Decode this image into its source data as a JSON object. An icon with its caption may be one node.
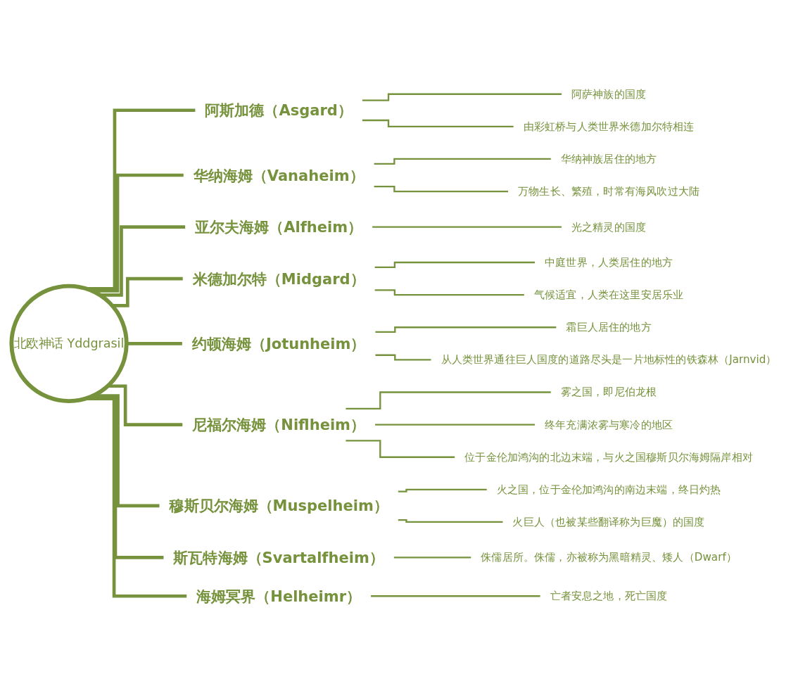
{
  "diagram": {
    "nodes": [
      {
        "text": [
          "北欧神话 Yddgrasil"
        ]
      },
      {
        "text": [
          "阿斯加德（Asgard）"
        ]
      },
      {
        "text": [
          "阿萨神族的国度"
        ]
      },
      {
        "text": [
          "由彩虹桥与人类世界米德加尔特相连"
        ]
      },
      {
        "text": [
          "华纳海姆（Vanaheim）"
        ]
      },
      {
        "text": [
          "华纳神族居住的地方"
        ]
      },
      {
        "text": [
          "万物生长、繁殖，时常有海风吹过大陆"
        ]
      },
      {
        "text": [
          "亚尔夫海姆（Alfheim）"
        ]
      },
      {
        "text": [
          "光之精灵的国度"
        ]
      },
      {
        "text": [
          "米德加尔特（Midgard）"
        ]
      },
      {
        "text": [
          "中庭世界，人类居住的地方"
        ]
      },
      {
        "text": [
          "气候适宜，人类在这里安居乐业"
        ]
      },
      {
        "text": [
          "约顿海姆（Jotunheim）"
        ]
      },
      {
        "text": [
          "霜巨人居住的地方"
        ]
      },
      {
        "text": [
          "从人类世界通往巨人国度的道路尽头是一片地标性的铁森林（Jarnvid）"
        ]
      },
      {
        "text": [
          "尼福尔海姆（Niflheim）"
        ]
      },
      {
        "text": [
          "雾之国，即尼伯龙根"
        ]
      },
      {
        "text": [
          "终年充满浓雾与寒冷的地区"
        ]
      },
      {
        "text": [
          "位于金伦加鸿沟的北边末端，与火之国穆斯贝尔海姆隔岸相对"
        ]
      },
      {
        "text": [
          "穆斯贝尔海姆（Muspelheim）"
        ]
      },
      {
        "text": [
          "火之国，位于金伦加鸿沟的南边末端，终日灼热"
        ]
      },
      {
        "text": [
          "火巨人（也被某些翻译称为巨魔）的国度"
        ]
      },
      {
        "text": [
          "斯瓦特海姆（Svartalfheim）"
        ]
      },
      {
        "text": [
          "侏儒居所。侏儒，亦被称为黑暗精灵、矮人（Dwarf）"
        ]
      },
      {
        "text": [
          "海姆冥界（Helheimr）"
        ]
      },
      {
        "text": [
          "亡者安息之地，死亡国度"
        ]
      }
    ],
    "edges": [
      {
        "from": 0,
        "to": 1,
        "arrow": "none",
        "style": "thick"
      },
      {
        "from": 1,
        "to": 2,
        "arrow": "none"
      },
      {
        "from": 1,
        "to": 3,
        "arrow": "none"
      },
      {
        "from": 0,
        "to": 4,
        "arrow": "none",
        "style": "thick"
      },
      {
        "from": 4,
        "to": 5,
        "arrow": "none"
      },
      {
        "from": 4,
        "to": 6,
        "arrow": "none"
      },
      {
        "from": 0,
        "to": 7,
        "arrow": "none",
        "style": "thick"
      },
      {
        "from": 7,
        "to": 8,
        "arrow": "none"
      },
      {
        "from": 0,
        "to": 9,
        "arrow": "none",
        "style": "thick"
      },
      {
        "from": 9,
        "to": 10,
        "arrow": "none"
      },
      {
        "from": 9,
        "to": 11,
        "arrow": "none"
      },
      {
        "from": 0,
        "to": 12,
        "arrow": "none",
        "style": "thick"
      },
      {
        "from": 12,
        "to": 13,
        "arrow": "none"
      },
      {
        "from": 12,
        "to": 14,
        "arrow": "none"
      },
      {
        "from": 0,
        "to": 15,
        "arrow": "none",
        "style": "thick"
      },
      {
        "from": 15,
        "to": 16,
        "arrow": "none"
      },
      {
        "from": 15,
        "to": 17,
        "arrow": "none"
      },
      {
        "from": 15,
        "to": 18,
        "arrow": "none"
      },
      {
        "from": 0,
        "to": 19,
        "arrow": "none",
        "style": "thick"
      },
      {
        "from": 19,
        "to": 20,
        "arrow": "none"
      },
      {
        "from": 19,
        "to": 21,
        "arrow": "none"
      },
      {
        "from": 0,
        "to": 22,
        "arrow": "none",
        "style": "thick"
      },
      {
        "from": 22,
        "to": 23,
        "arrow": "none"
      },
      {
        "from": 0,
        "to": 24,
        "arrow": "none",
        "style": "thick"
      },
      {
        "from": 24,
        "to": 25,
        "arrow": "none"
      }
    ]
  }
}
